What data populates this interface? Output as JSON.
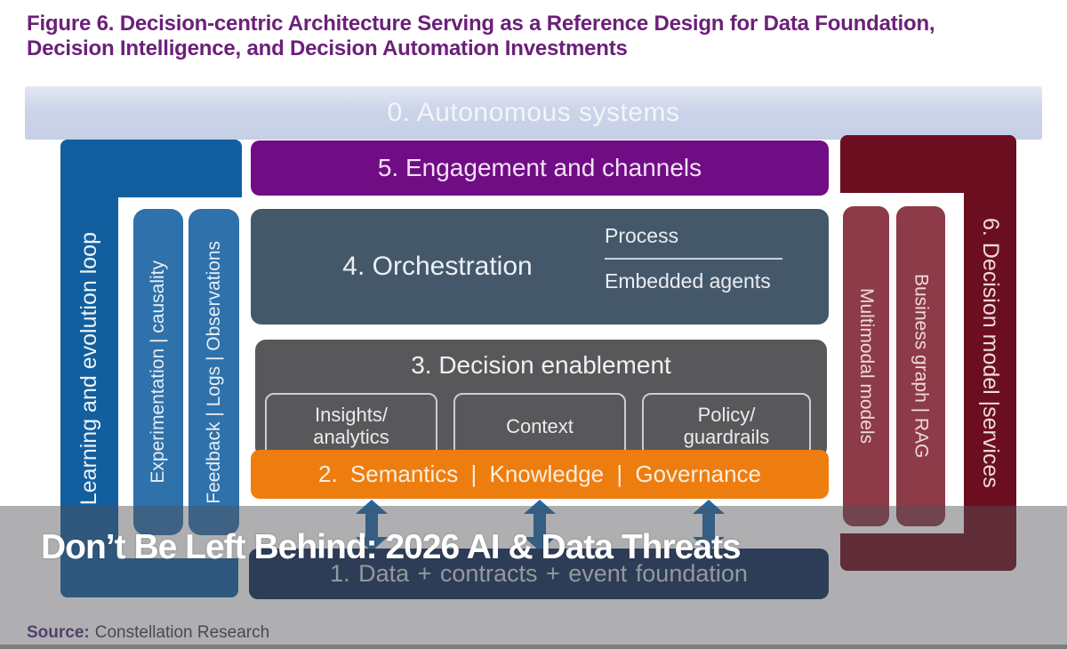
{
  "title": {
    "line1": "Figure 6. Decision-centric Architecture Serving as a Reference Design for Data Foundation,",
    "line2": "Decision Intelligence, and Decision Automation Investments"
  },
  "diagram": {
    "autonomous": "0. Autonomous systems",
    "engagement": "5. Engagement and channels",
    "orchestration": {
      "label": "4. Orchestration",
      "process": "Process",
      "embedded": "Embedded agents"
    },
    "enablement": {
      "label": "3. Decision enablement",
      "boxes": [
        {
          "lines": [
            "Insights/",
            "analytics"
          ]
        },
        {
          "lines": [
            "Context"
          ]
        },
        {
          "lines": [
            "Policy/",
            "guardrails"
          ]
        }
      ]
    },
    "semantics": "2. Semantics | Knowledge | Governance",
    "foundation": "1. Data + contracts + event foundation",
    "left": {
      "loop": "Learning and evolution loop",
      "experimentation": "Experimentation | causality",
      "feedback": "Feedback | Logs | Observations"
    },
    "right": {
      "multimodal": "Multimodal models",
      "business": "Business graph | RAG",
      "decision": "6. Decision model |services"
    }
  },
  "banner": {
    "headline": "Don’t Be Left Behind: 2026 AI & Data Threats"
  },
  "source": {
    "label": "Source:",
    "text": "Constellation Research"
  },
  "colors": {
    "title_purple": "#6b2079",
    "engagement_purple": "#700d85",
    "orchestration_slate": "#45586a",
    "enablement_gray": "#58585a",
    "semantics_orange": "#ee7d0f",
    "foundation_navy": "#0f2d59",
    "loop_blue": "#125f9f",
    "inner_blue": "#2e71ab",
    "decision_maroon": "#6b0e20",
    "inner_maroon": "#8d3a49",
    "arrow_blue": "#2068a8",
    "band_periwinkle": "#c7d0e6",
    "overlay_gray": "rgba(80,81,84,0.46)"
  }
}
